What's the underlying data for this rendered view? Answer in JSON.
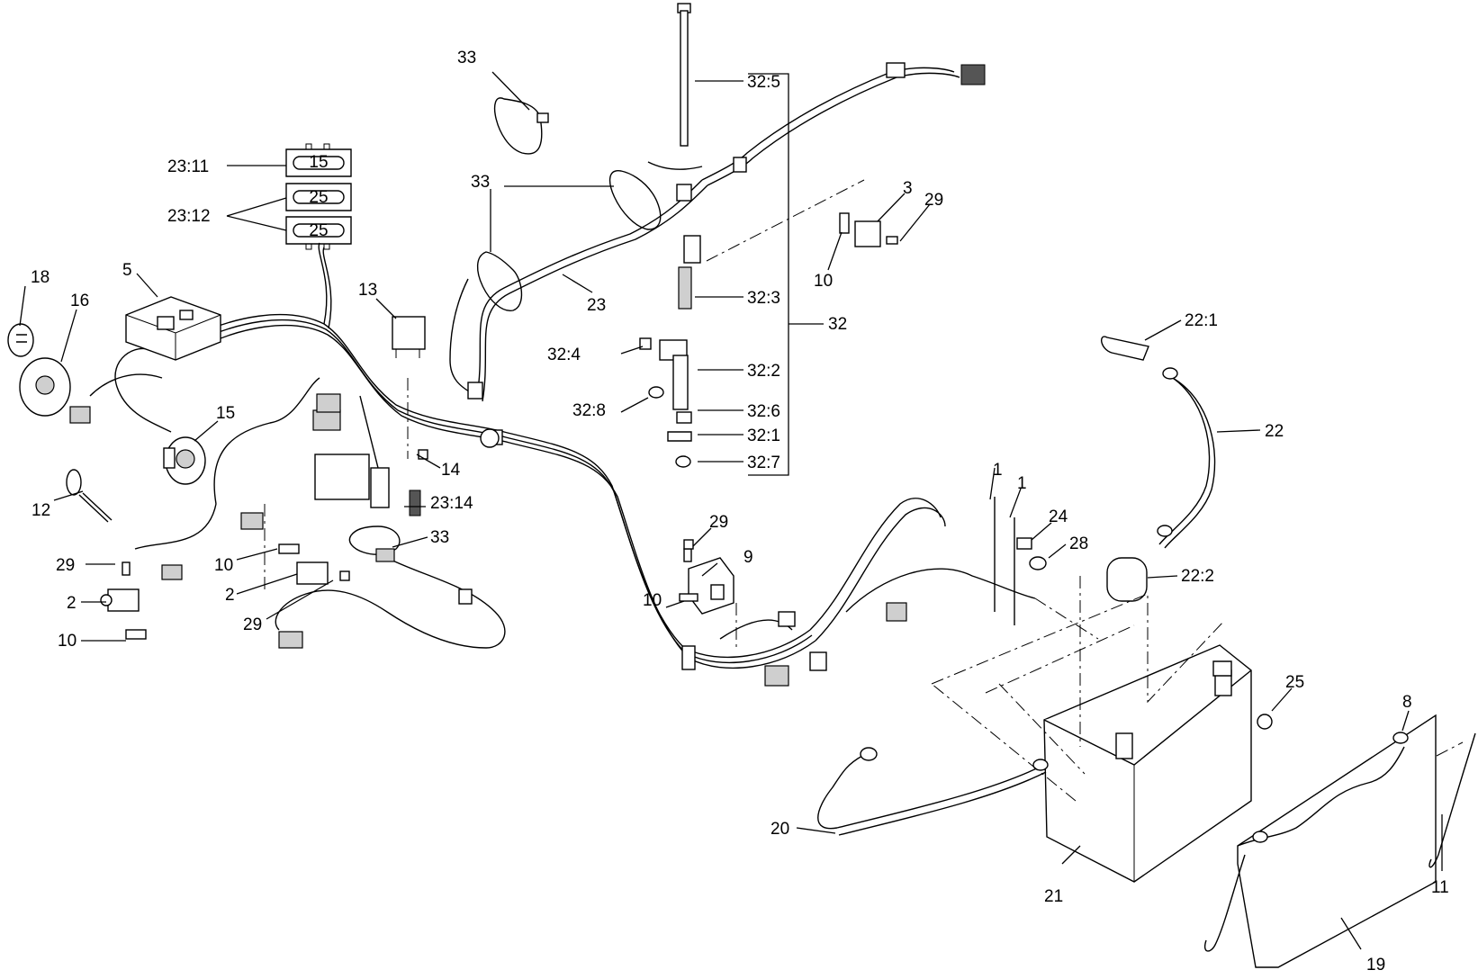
{
  "callouts": {
    "c33a": "33",
    "c33b": "33",
    "c33c": "33",
    "c23_11": "23:11",
    "c23_12": "23:12",
    "c23": "23",
    "c23_14": "23:14",
    "c18": "18",
    "c16": "16",
    "c5": "5",
    "c13": "13",
    "c15": "15",
    "c14": "14",
    "c12": "12",
    "c29a": "29",
    "c29b": "29",
    "c29c": "29",
    "c29d": "29",
    "c2a": "2",
    "c2b": "2",
    "c10a": "10",
    "c10b": "10",
    "c10c": "10",
    "c10d": "10",
    "c32_5": "32:5",
    "c32_3": "32:3",
    "c32_4": "32:4",
    "c32_2": "32:2",
    "c32_8": "32:8",
    "c32_6": "32:6",
    "c32_1": "32:1",
    "c32_7": "32:7",
    "c32": "32",
    "c3": "3",
    "c9": "9",
    "c1a": "1",
    "c1b": "1",
    "c24": "24",
    "c28": "28",
    "c22_1": "22:1",
    "c22": "22",
    "c22_2": "22:2",
    "c25": "25",
    "c8": "8",
    "c20": "20",
    "c21": "21",
    "c11": "11",
    "c19": "19"
  },
  "fuses": {
    "f1": "15",
    "f2": "25",
    "f3": "25"
  }
}
